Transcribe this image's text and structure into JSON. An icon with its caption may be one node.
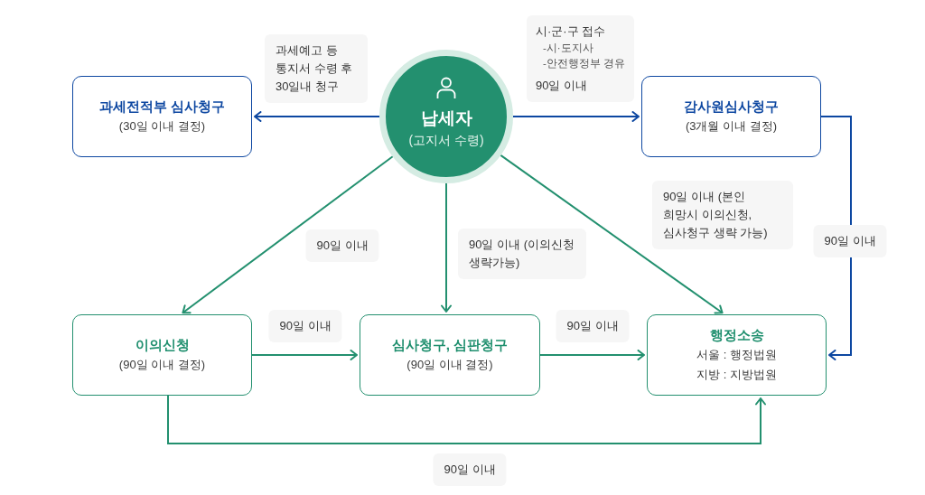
{
  "diagram": {
    "nodes": [
      {
        "text": [
          "납세자",
          "(고지서 수령)"
        ]
      },
      {
        "text": [
          "과세전적부 심사청구",
          "(30일 이내 결정)"
        ]
      },
      {
        "text": [
          "감사원심사청구",
          "(3개월 이내 결정)"
        ]
      },
      {
        "text": [
          "이의신청",
          "(90일 이내 결정)"
        ]
      },
      {
        "text": [
          "심사청구, 심판청구",
          "(90일 이내 결정)"
        ]
      },
      {
        "text": [
          "행정소송",
          "서울 : 행정법원",
          "지방 : 지방법원"
        ]
      }
    ],
    "edges": [
      {
        "from": 0,
        "to": 1,
        "arrow": "to",
        "label": "과세예고 등 통지서 수령 후 30일내 청구",
        "color": "#0d47a1"
      },
      {
        "from": 0,
        "to": 2,
        "arrow": "to",
        "color": "#0d47a1"
      },
      {
        "from": 0,
        "to": 3,
        "arrow": "to",
        "label": "90일 이내"
      },
      {
        "from": 0,
        "to": 4,
        "arrow": "to",
        "label": "90일 이내 (이의신청 생략가능)"
      },
      {
        "from": 0,
        "to": 5,
        "arrow": "to",
        "label": "90일 이내 (본인 희망시 이의신청, 심사청구 생략 가능)"
      },
      {
        "from": 2,
        "to": 5,
        "arrow": "to",
        "label": "90일 이내",
        "color": "#0d47a1"
      },
      {
        "from": 3,
        "to": 4,
        "arrow": "to",
        "label": "90일 이내"
      },
      {
        "from": 4,
        "to": 5,
        "arrow": "to",
        "label": "90일 이내"
      },
      {
        "from": 3,
        "to": 5,
        "arrow": "to",
        "label": "90일 이내"
      }
    ],
    "labels": [
      "시·군·구 접수",
      "-시·도지사",
      "-안전행정부 경유",
      "90일 이내"
    ]
  }
}
